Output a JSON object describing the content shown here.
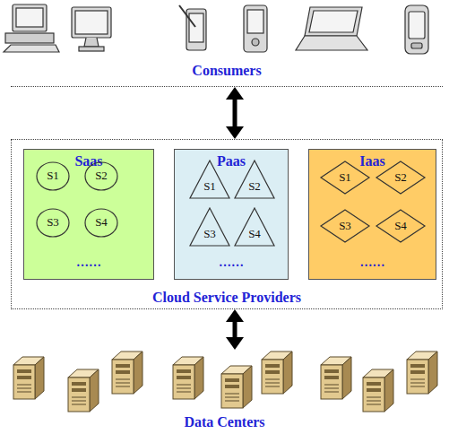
{
  "diagram": {
    "nodes": [
      {
        "text": [
          "Consumers"
        ]
      },
      {
        "text": [
          "Cloud Service Providers"
        ]
      },
      {
        "text": [
          "Saas",
          "……"
        ],
        "in": 1
      },
      {
        "text": [
          "S1"
        ],
        "in": 2
      },
      {
        "text": [
          "S2"
        ],
        "in": 2
      },
      {
        "text": [
          "S3"
        ],
        "in": 2
      },
      {
        "text": [
          "S4"
        ],
        "in": 2
      },
      {
        "text": [
          "Paas",
          "……"
        ],
        "in": 1
      },
      {
        "text": [
          "S1"
        ],
        "in": 7
      },
      {
        "text": [
          "S2"
        ],
        "in": 7
      },
      {
        "text": [
          "S3"
        ],
        "in": 7
      },
      {
        "text": [
          "S4"
        ],
        "in": 7
      },
      {
        "text": [
          "Iaas",
          "……"
        ],
        "in": 1
      },
      {
        "text": [
          "S1"
        ],
        "in": 12
      },
      {
        "text": [
          "S2"
        ],
        "in": 12
      },
      {
        "text": [
          "S3"
        ],
        "in": 12
      },
      {
        "text": [
          "S4"
        ],
        "in": 12
      },
      {
        "text": [
          "Data Centers"
        ]
      }
    ],
    "edges": [
      {
        "from": 0,
        "to": 1,
        "arrow": "both"
      },
      {
        "from": 1,
        "to": 17,
        "arrow": "both"
      }
    ]
  }
}
